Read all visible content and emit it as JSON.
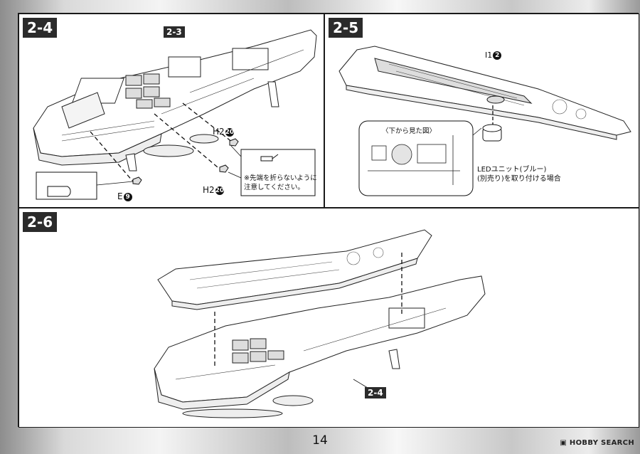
{
  "steps": {
    "s24": {
      "label": "2-4",
      "callouts": {
        "top_ref": "2-3",
        "h2_a": "H2",
        "h2_a_num": "20",
        "h2_b": "H2",
        "h2_b_num": "20",
        "e": "E",
        "e_num": "9"
      },
      "note_lines": [
        "※先端を折らないように",
        "注意してください。"
      ]
    },
    "s25": {
      "label": "2-5",
      "callouts": {
        "i1": "I1",
        "i1_num": "2"
      },
      "inset_title": "〈下から見た図〉",
      "led_lines": [
        "LEDユニット(ブルー)",
        "(別売り)を取り付ける場合"
      ]
    },
    "s26": {
      "label": "2-6",
      "callouts": {
        "ref": "2-4"
      }
    }
  },
  "page_number": "14",
  "brand": "HOBBY SEARCH"
}
